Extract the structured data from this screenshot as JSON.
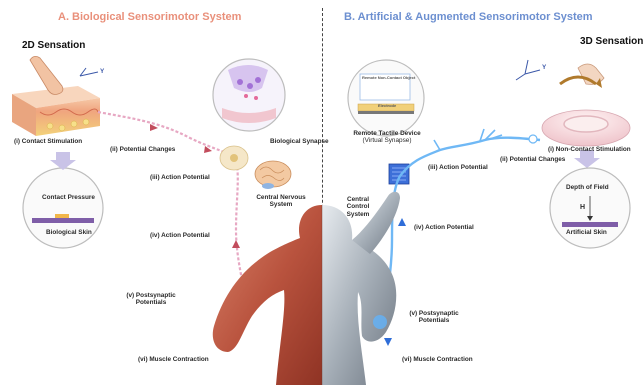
{
  "panel_a": {
    "title": "A. Biological Sensorimotor System",
    "sensation_title": "2D Sensation",
    "axis_label_y": "Y",
    "labels": {
      "contact_stimulation": "(i) Contact Stimulation",
      "potential_changes": "(ii) Potential Changes",
      "action_potential_iii": "(iii) Action Potential",
      "biological_synapse": "Biological Synapse",
      "central_nervous_system": "Central Nervous System",
      "action_potential_iv": "(iv) Action Potential",
      "postsynaptic_potentials": "(v) Postsynaptic Potentials",
      "muscle_contraction": "(vi) Muscle Contraction",
      "contact_pressure": "Contact Pressure",
      "biological_skin": "Biological Skin"
    }
  },
  "panel_b": {
    "title": "B. Artificial & Augmented Sensorimotor System",
    "sensation_title": "3D Sensation",
    "axis_label_y": "Y",
    "inset_title": "Remote Non-Contact Object",
    "inset_electrode": "Electrode",
    "labels": {
      "remote_tactile_device": "Remote Tactile Device",
      "virtual_synapse": "(Virtual Synapse)",
      "action_potential_iii": "(iii) Action Potential",
      "potential_changes": "(ii) Potential Changes",
      "non_contact_stimulation": "(i) Non-Contact Stimulation",
      "central_control_system": "Central Control System",
      "action_potential_iv": "(iv) Action Potential",
      "postsynaptic_potentials": "(v) Postsynaptic Potentials",
      "muscle_contraction": "(vi) Muscle Contraction",
      "depth_of_field": "Depth of Field",
      "depth_symbol": "H",
      "artificial_skin": "Artificial Skin"
    }
  },
  "colors": {
    "title_a": "#e9907b",
    "title_b": "#6c8fd0",
    "nerve_bio": "#e7a8c3",
    "nerve_art": "#6fb8f5",
    "muscle": "#c3614a",
    "metal": "#9aa3ad"
  }
}
